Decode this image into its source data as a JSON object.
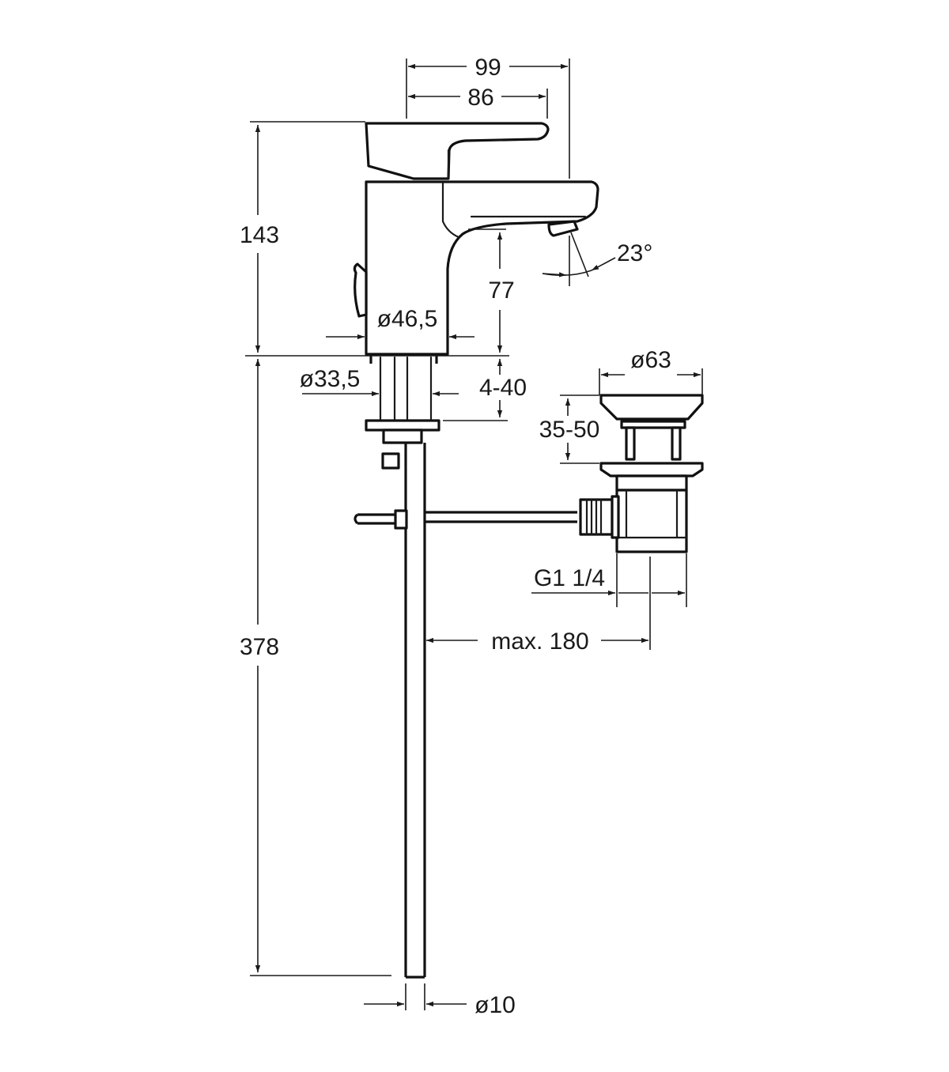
{
  "dimensions": {
    "width_total": "99",
    "width_lever": "86",
    "height_tap": "143",
    "spout_height": "77",
    "spout_angle": "23°",
    "body_diameter": "ø46,5",
    "shank_diameter": "ø33,5",
    "deck_thickness": "4-40",
    "waste_diameter": "ø63",
    "waste_adjust": "35-50",
    "waste_thread": "G1 1/4",
    "rod_offset": "max. 180",
    "height_below": "378",
    "rod_diameter": "ø10"
  }
}
